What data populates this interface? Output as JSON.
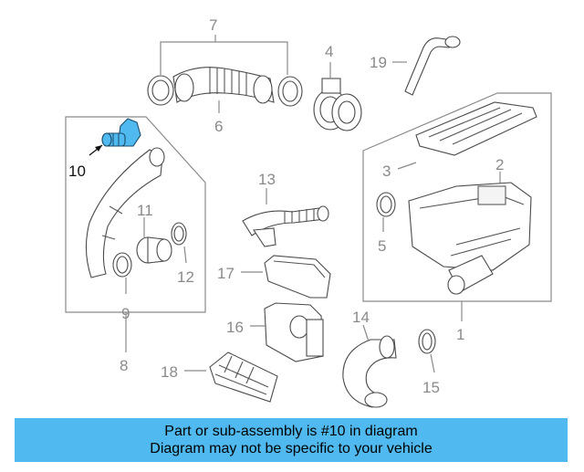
{
  "callouts": {
    "n1": "1",
    "n2": "2",
    "n3": "3",
    "n4": "4",
    "n5": "5",
    "n6": "6",
    "n7": "7",
    "n8": "8",
    "n9": "9",
    "n10": "10",
    "n11": "11",
    "n12": "12",
    "n13": "13",
    "n14": "14",
    "n15": "15",
    "n16": "16",
    "n17": "17",
    "n18": "18",
    "n19": "19"
  },
  "highlighted_part": "10",
  "colors": {
    "highlight": "#4fb9f0",
    "banner_bg": "#4fb9f0",
    "callout": "#8a8a8a"
  },
  "banner": {
    "line1": "Part or sub-assembly is #10 in diagram",
    "line2": "Diagram may not be specific to your vehicle"
  }
}
